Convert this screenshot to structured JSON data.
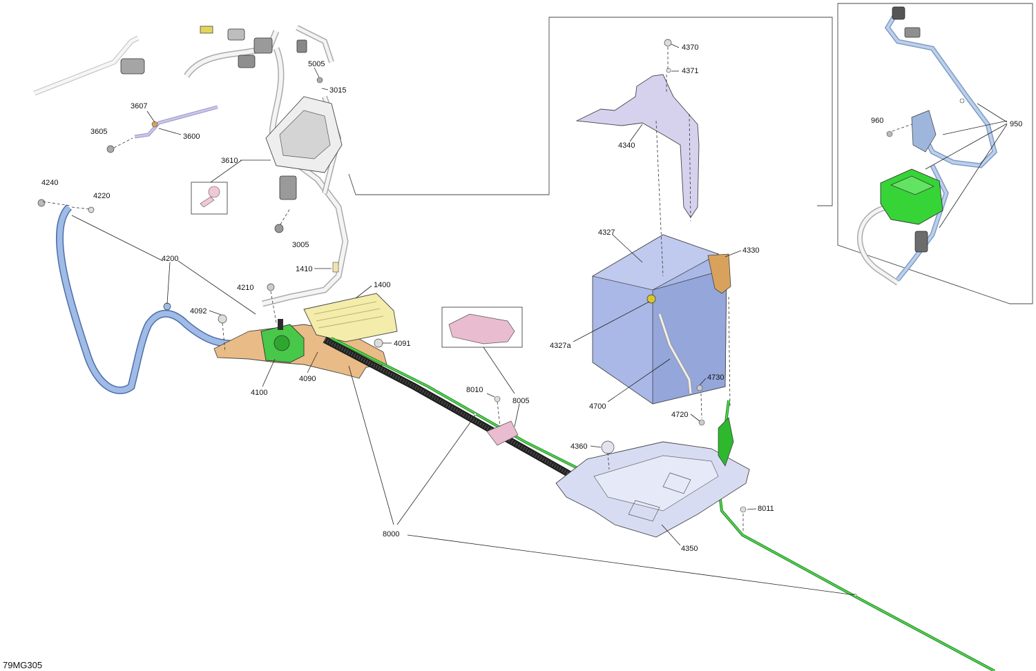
{
  "diagram_code": "79MG305",
  "callouts": [
    {
      "id": "c-5005",
      "text": "5005"
    },
    {
      "id": "c-3015",
      "text": "3015"
    },
    {
      "id": "c-3607",
      "text": "3607"
    },
    {
      "id": "c-3605",
      "text": "3605"
    },
    {
      "id": "c-3600",
      "text": "3600"
    },
    {
      "id": "c-3610",
      "text": "3610"
    },
    {
      "id": "c-4240",
      "text": "4240"
    },
    {
      "id": "c-4220",
      "text": "4220"
    },
    {
      "id": "c-3005",
      "text": "3005"
    },
    {
      "id": "c-4200",
      "text": "4200"
    },
    {
      "id": "c-1410",
      "text": "1410"
    },
    {
      "id": "c-4210",
      "text": "4210"
    },
    {
      "id": "c-1400",
      "text": "1400"
    },
    {
      "id": "c-4092",
      "text": "4092"
    },
    {
      "id": "c-4091",
      "text": "4091"
    },
    {
      "id": "c-4090",
      "text": "4090"
    },
    {
      "id": "c-4100",
      "text": "4100"
    },
    {
      "id": "c-8010",
      "text": "8010"
    },
    {
      "id": "c-8005",
      "text": "8005"
    },
    {
      "id": "c-8000",
      "text": "8000"
    },
    {
      "id": "c-4370",
      "text": "4370"
    },
    {
      "id": "c-4371",
      "text": "4371"
    },
    {
      "id": "c-4340",
      "text": "4340"
    },
    {
      "id": "c-4327",
      "text": "4327"
    },
    {
      "id": "c-4330",
      "text": "4330"
    },
    {
      "id": "c-4327a",
      "text": "4327a"
    },
    {
      "id": "c-4700",
      "text": "4700"
    },
    {
      "id": "c-4730",
      "text": "4730"
    },
    {
      "id": "c-4720",
      "text": "4720"
    },
    {
      "id": "c-4360",
      "text": "4360"
    },
    {
      "id": "c-4350",
      "text": "4350"
    },
    {
      "id": "c-8011",
      "text": "8011"
    },
    {
      "id": "c-960",
      "text": "960"
    },
    {
      "id": "c-950",
      "text": "950"
    }
  ],
  "colors": {
    "battery": "#a9b8e6",
    "battery_side": "#8fa2d8",
    "tray": "#d8dcf3",
    "bracket": "#d6d2ee",
    "cable_blue": "#8fb0e0",
    "harness_green": "#3ec43e",
    "relay_green": "#37d437",
    "regulator_yellow": "#f3ecaa",
    "mount_tan": "#e8b985",
    "terminal_cap": "#d9a25c",
    "clip_pink": "#e9bcd0",
    "conduit": "#222222",
    "harness_white": "#f2f2f2"
  }
}
